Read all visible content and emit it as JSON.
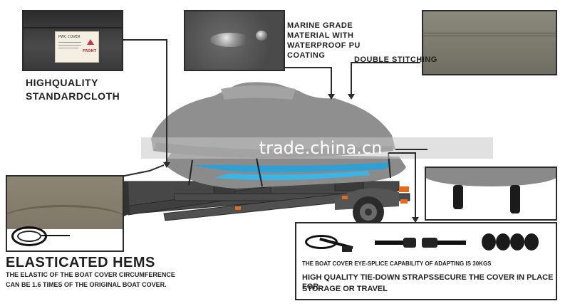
{
  "labels": {
    "cloth_title_line1": "HIGHQUALITY",
    "cloth_title_line2": "STANDARDCLOTH",
    "marine_line1": "MARINE GRADE",
    "marine_line2": "MATERIAL WITH",
    "marine_line3": "WATERPROOF PU",
    "marine_line4": "COATING",
    "double_stitching": "DOUBLE STITCHING",
    "elastic_title": "ELASTICATED HEMS",
    "elastic_desc_line1": "THE ELASTIC OF THE BOAT COVER CIRCUMFERENCE",
    "elastic_desc_line2": "CAN BE 1.6 TIMES OF THE ORIGINAL BOAT COVER.",
    "strap_small": "THE BOAT COVER EYE-SPLICE CAPABILITY OF ADAPTING IS 30KGS",
    "strap_big_line1": "HIGH QUALITY TIE-DOWN STRAPSSECURE THE COVER IN PLACE FOR",
    "strap_big_line2": "STORAGE OR TRAVEL"
  },
  "tag": {
    "brand": "PWC COVER",
    "front": "FRONT"
  },
  "watermark": "trade.china.cn"
}
